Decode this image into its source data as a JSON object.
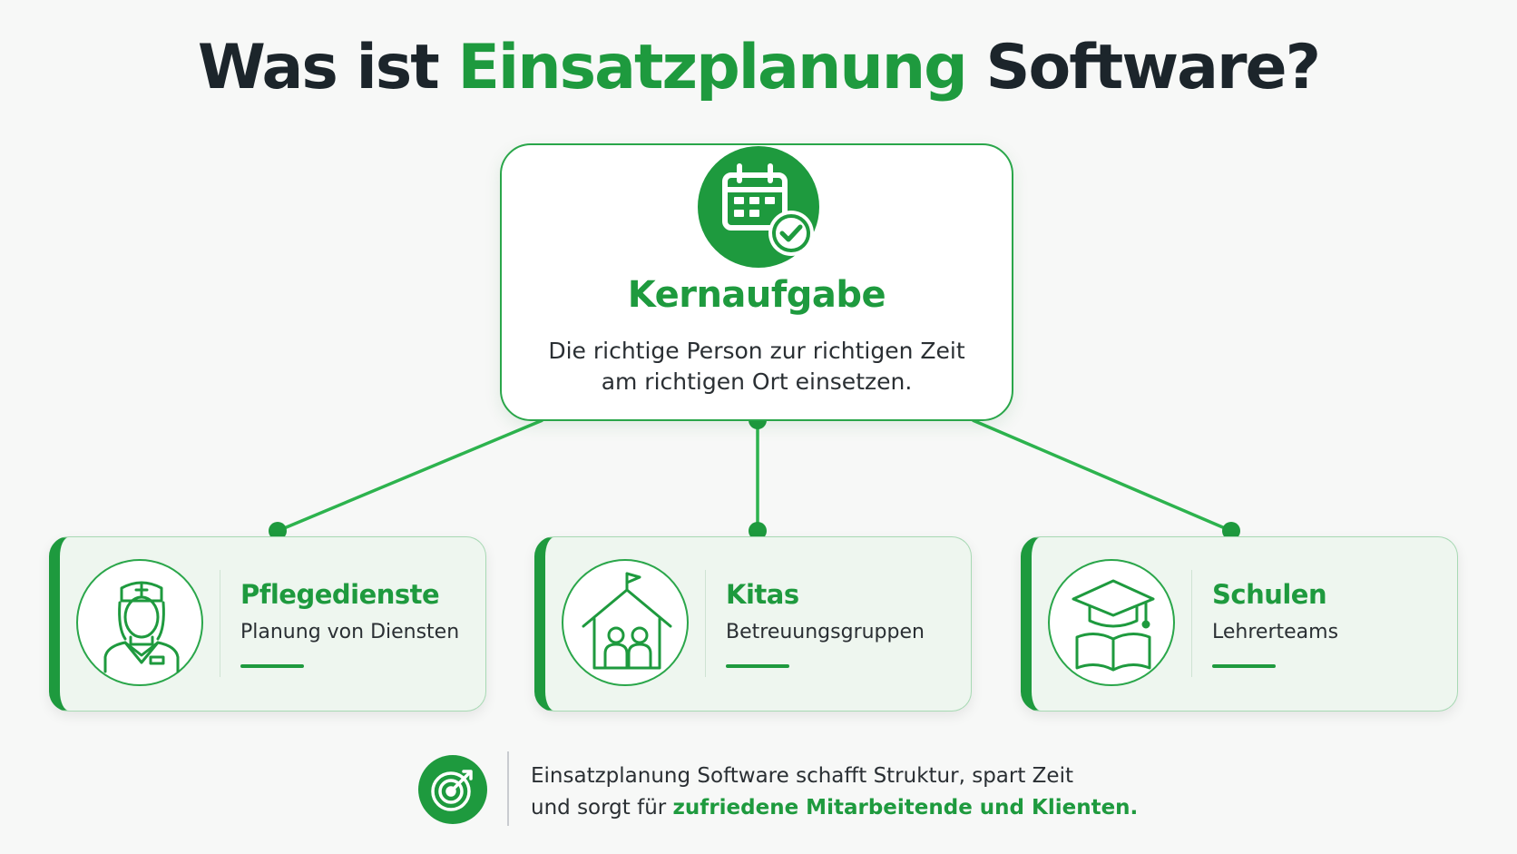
{
  "title": {
    "prefix": "Was ist ",
    "highlight": "Einsatzplanung",
    "suffix": " Software?"
  },
  "core": {
    "icon": "calendar-check-icon",
    "heading": "Kernaufgabe",
    "line1": "Die richtige Person zur richtigen Zeit",
    "line2": "am richtigen Ort einsetzen."
  },
  "cards": [
    {
      "icon": "nurse-icon",
      "title": "Pflegedienste",
      "subtitle": "Planung von Diensten"
    },
    {
      "icon": "kindergarten-house-icon",
      "title": "Kitas",
      "subtitle": "Betreuungsgruppen"
    },
    {
      "icon": "graduation-book-icon",
      "title": "Schulen",
      "subtitle": "Lehrerteams"
    }
  ],
  "footer": {
    "icon": "target-icon",
    "line1": "Einsatzplanung Software schafft Struktur, spart Zeit",
    "line2_prefix": "und sorgt für ",
    "line2_highlight": "zufriedene Mitarbeitende und Klienten."
  },
  "colors": {
    "accent": "#1e9a3e",
    "text_dark": "#1c252b",
    "card_bg": "#eef6ef"
  }
}
